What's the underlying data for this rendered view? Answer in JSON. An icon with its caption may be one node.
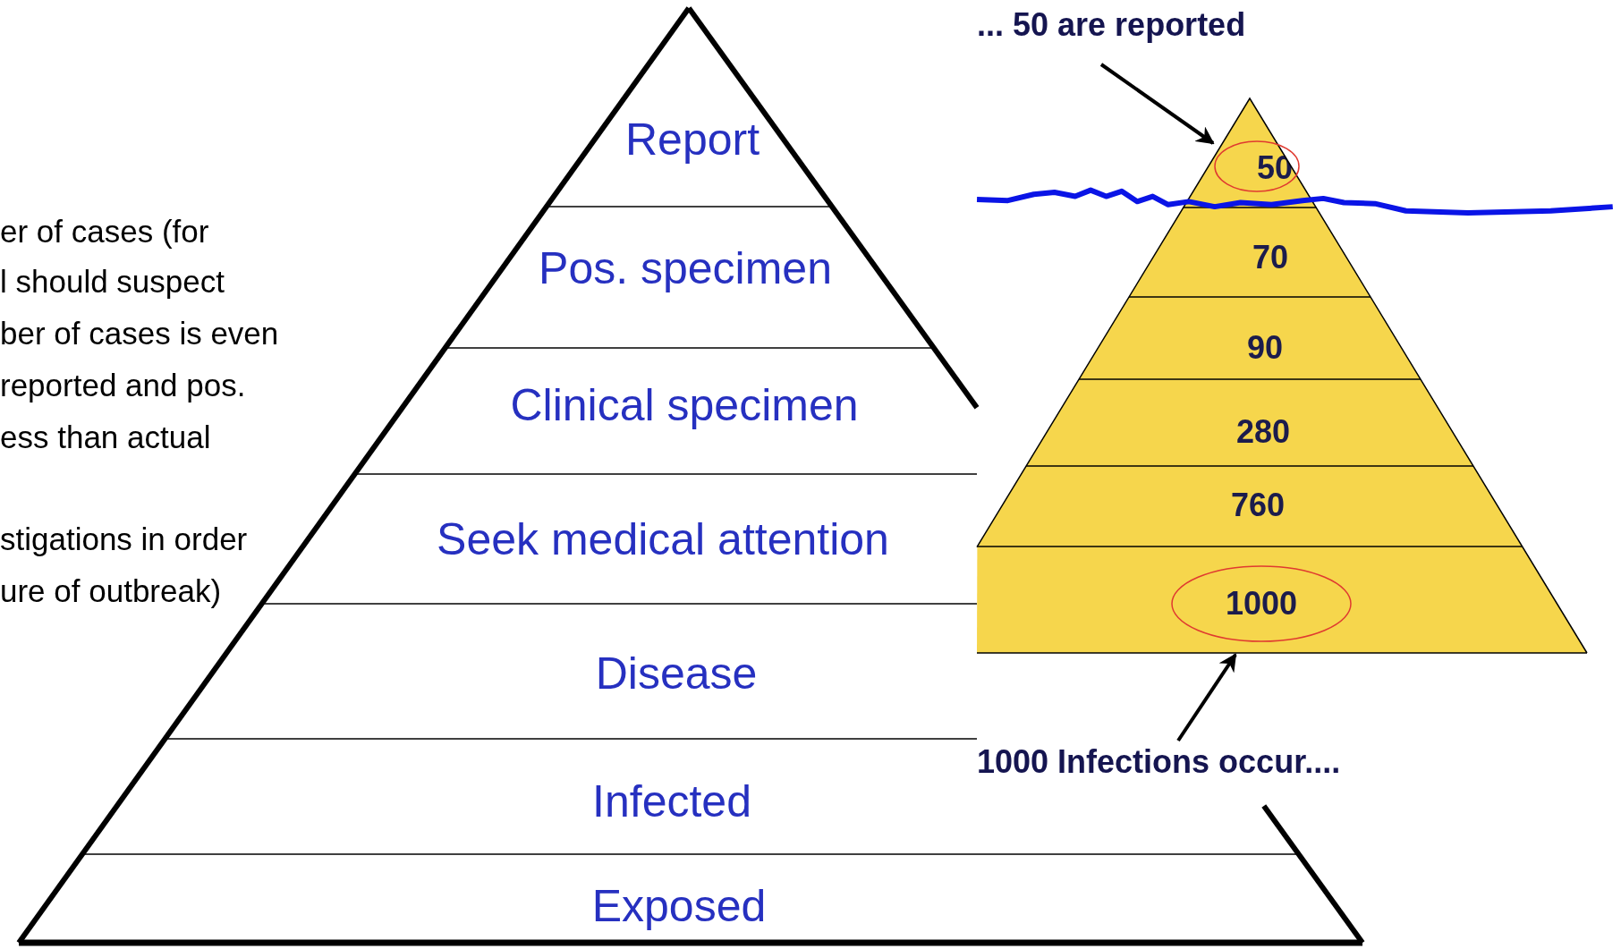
{
  "diagram": {
    "nodes": [
      {
        "text": [
          "Report"
        ]
      },
      {
        "text": [
          "Pos. specimen"
        ]
      },
      {
        "text": [
          "Clinical specimen"
        ]
      },
      {
        "text": [
          "Seek medical attention"
        ]
      },
      {
        "text": [
          "Disease"
        ]
      },
      {
        "text": [
          "Infected"
        ]
      },
      {
        "text": [
          "Exposed"
        ]
      },
      {
        "text": [
          "... 50 are reported"
        ]
      },
      {
        "text": [
          "50"
        ]
      },
      {
        "text": [
          "70"
        ]
      },
      {
        "text": [
          "90"
        ]
      },
      {
        "text": [
          "280"
        ]
      },
      {
        "text": [
          "760"
        ]
      },
      {
        "text": [
          "1000"
        ]
      },
      {
        "text": [
          "1000 Infections occur...."
        ]
      }
    ],
    "edges": [
      {
        "from": 7,
        "to": 8,
        "arrow": "to"
      },
      {
        "from": 14,
        "to": 13,
        "arrow": "to"
      }
    ],
    "labels": [
      "er of cases (for",
      "l should suspect",
      "ber of cases is even",
      "reported and pos.",
      "ess than actual",
      "stigations in order",
      "ure of outbreak)"
    ]
  }
}
